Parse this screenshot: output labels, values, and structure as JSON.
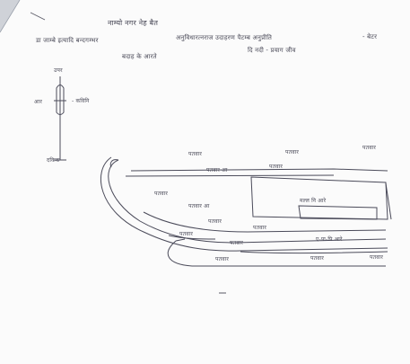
{
  "header": {
    "line1": "नाम्यो नगर नेह बैत",
    "line2a": "डा जाम्बे इत्यादि बन्दगम्भर",
    "line2b": "अनुविधारत्नराज उदाहरण पैटम्ब अनुप्रीति",
    "line2c": "- बेटर",
    "line3": "बदाह के आरते",
    "line3b": "दि नदी - प्रयाग जीव"
  },
  "figure_left": {
    "top_label": "उपर",
    "left_label": "आर",
    "right_label": "- कविनि",
    "bottom_label": "दकिक"
  },
  "boat_sketch": {
    "labels": [
      "पतवार",
      "पतवार",
      "पतवार",
      "पतवार आ",
      "पतवार",
      "पतवार",
      "मल्ल नि आरे",
      "पतवार आ",
      "पतवार",
      "पतवार",
      "पतवार",
      "ए-पा-पि आरे",
      "पतवार",
      "पतवार",
      "पतवार",
      "पतवार"
    ]
  },
  "colors": {
    "ink": "#4a4a58",
    "paper": "#fbfbfb",
    "fold": "#c4c8d0"
  }
}
